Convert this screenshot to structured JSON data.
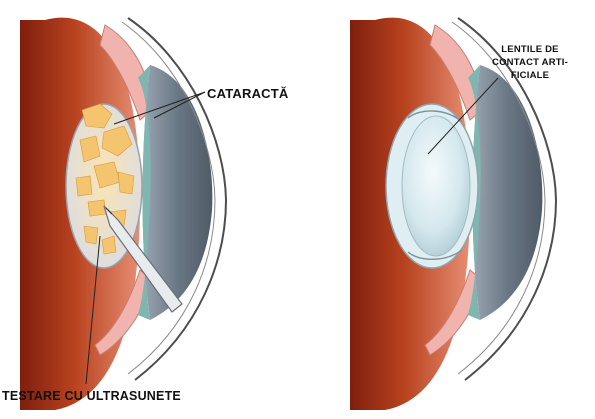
{
  "labels": {
    "cataract": "CATARACTĂ",
    "ultrasound": "TESTARE CU ULTRASUNETE",
    "contact_lens": [
      "LENTILE DE",
      "CONTACT ARTI-",
      "FICIALE"
    ]
  },
  "colors": {
    "iris_outer": "#b23a1c",
    "iris_inner": "#e2836a",
    "tissue_pink": "#f1b3ae",
    "cornea_outline": "#4d4d4d",
    "aqueous": "#6b7886",
    "cataract_fill": "#f5c46f",
    "artificial_lens": "#cfe4ea"
  }
}
